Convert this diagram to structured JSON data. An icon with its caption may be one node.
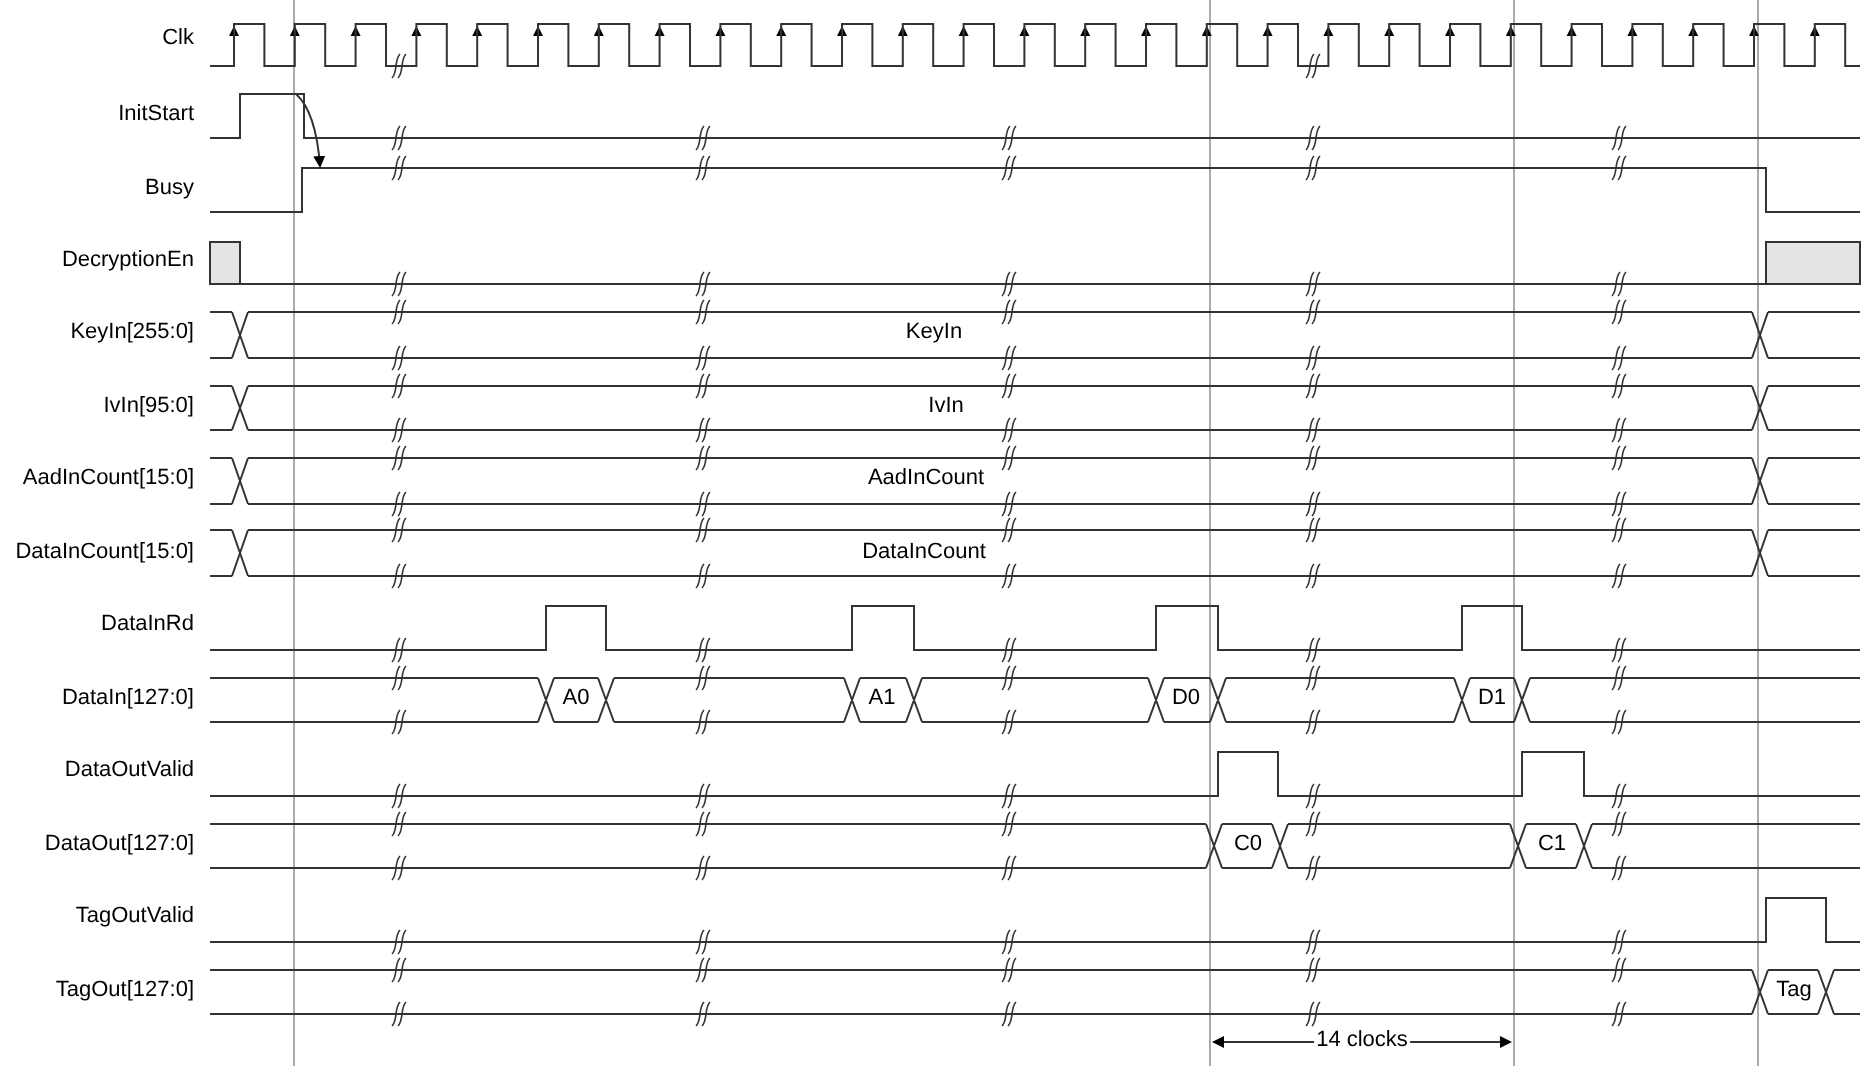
{
  "diagram": {
    "nodes": [
      {
        "text": [],
        "shape": "waveform"
      },
      {
        "text": [],
        "shape": "waveform"
      }
    ],
    "edges": [
      {
        "from": 0,
        "to": 1,
        "arrow": "to"
      }
    ],
    "labels": [
      "Clk",
      "InitStart",
      "Busy",
      "DecryptionEn",
      "KeyIn[255:0]",
      "KeyIn",
      "IvIn[95:0]",
      "IvIn",
      "AadInCount[15:0]",
      "AadInCount",
      "DataInCount[15:0]",
      "DataInCount",
      "DataInRd",
      "DataIn[127:0]",
      "A0",
      "A1",
      "D0",
      "D1",
      "DataOutValid",
      "DataOut[127:0]",
      "C0",
      "C1",
      "TagOutValid",
      "TagOut[127:0]",
      "Tag",
      "14 clocks"
    ]
  }
}
